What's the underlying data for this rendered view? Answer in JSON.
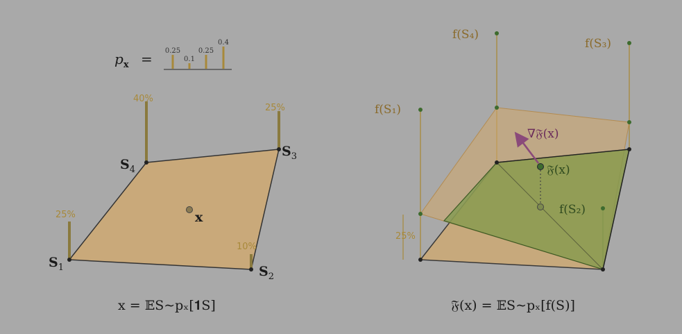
{
  "left": {
    "px_label": "p",
    "px_sub": "x",
    "px_eq": "=",
    "px_bars": [
      {
        "label": "0.25",
        "value": 0.25
      },
      {
        "label": "0.1",
        "value": 0.1
      },
      {
        "label": "0.25",
        "value": 0.25
      },
      {
        "label": "0.4",
        "value": 0.4
      }
    ],
    "vertices": {
      "s1": {
        "name": "S",
        "sub": "1",
        "pct": "25%",
        "weight": 0.25
      },
      "s2": {
        "name": "S",
        "sub": "2",
        "pct": "10%",
        "weight": 0.1
      },
      "s3": {
        "name": "S",
        "sub": "3",
        "pct": "25%",
        "weight": 0.25
      },
      "s4": {
        "name": "S",
        "sub": "4",
        "pct": "40%",
        "weight": 0.4
      }
    },
    "point_label": "x",
    "caption": "x = 𝔼S∼pₓ[𝟏S]"
  },
  "right": {
    "f_labels": {
      "s1": "f(S₁)",
      "s2": "f(S₂)",
      "s3": "f(S₃)",
      "s4": "f(S₄)"
    },
    "ext_label": "𝔉(x)",
    "grad_label": "∇𝔉(x)",
    "pct_label": "25%",
    "caption": "𝔉(x) = 𝔼S∼pₓ[f(S)]"
  },
  "colors": {
    "base_fill": "#c9a97a",
    "green_fill": "#7d9a4e",
    "gold": "#a8893a",
    "green_dot": "#3d6b2e",
    "arrow": "#8a4a7a"
  }
}
